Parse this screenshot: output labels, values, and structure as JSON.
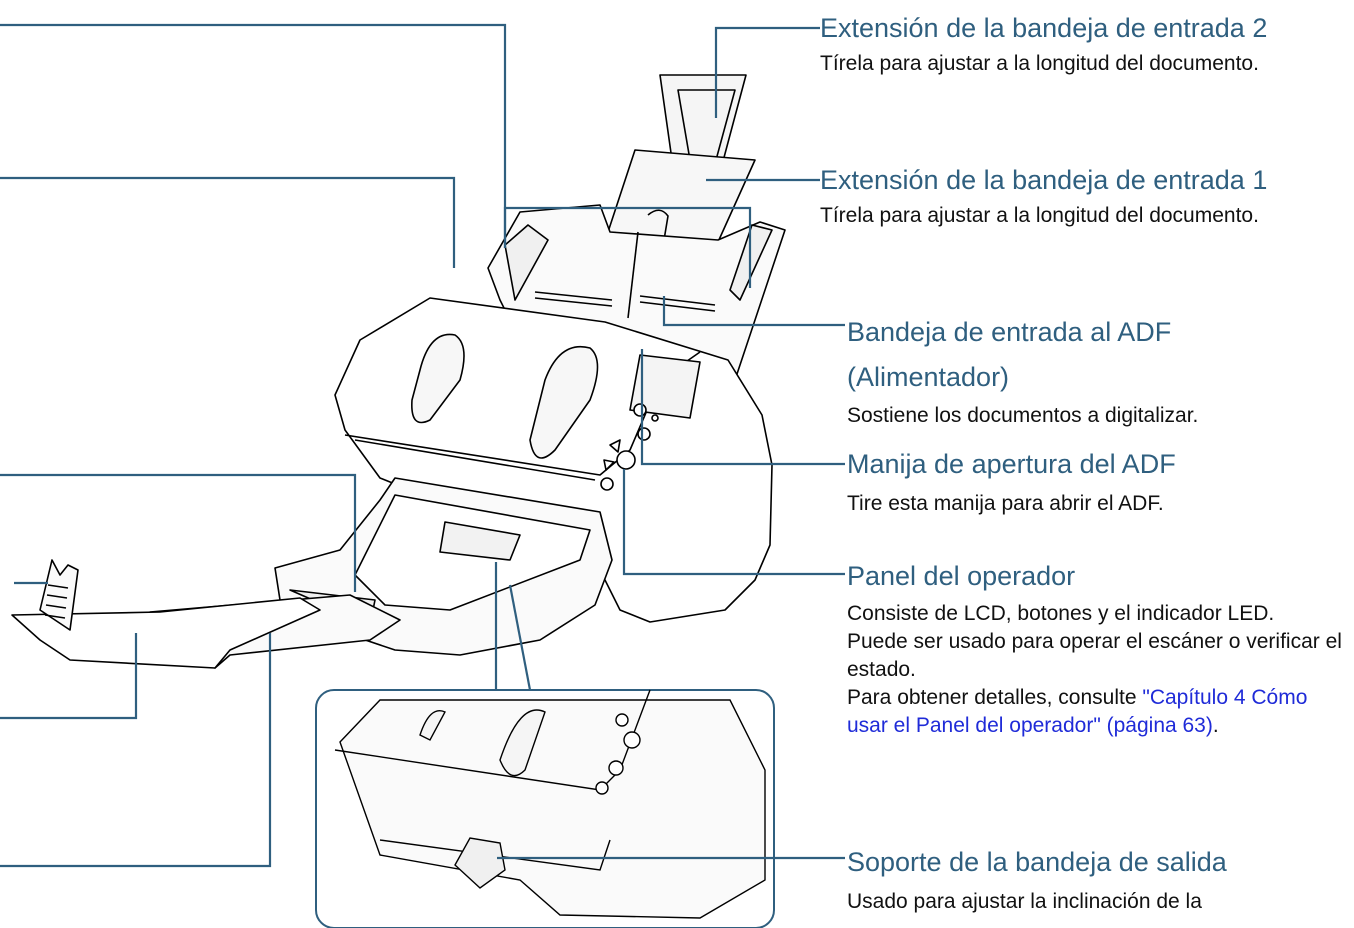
{
  "colors": {
    "leader": "#2f5f7f",
    "heading": "#2f5f7f",
    "body": "#111111",
    "link": "#1f2bd8"
  },
  "callouts": {
    "ext2": {
      "title": "Extensión de la bandeja de entrada 2",
      "desc": "Tírela para ajustar a la longitud del documento."
    },
    "ext1": {
      "title": "Extensión de la bandeja de entrada 1",
      "desc": "Tírela para ajustar a la longitud del documento."
    },
    "adf_tray": {
      "title_line1": "Bandeja de entrada al ADF",
      "title_line2": "(Alimentador)",
      "desc": "Sostiene los documentos a digitalizar."
    },
    "adf_handle": {
      "title": "Manija de apertura del ADF",
      "desc": "Tire esta manija para abrir el ADF."
    },
    "op_panel": {
      "title": "Panel del operador",
      "desc1": "Consiste de LCD, botones y el indicador LED.",
      "desc2": "Puede ser usado para operar el escáner o verificar el estado.",
      "desc3_prefix": "Para obtener detalles, consulte ",
      "desc3_link": "\"Capítulo 4 Cómo usar el Panel del operador\" (página 63)",
      "desc3_suffix": "."
    },
    "stacker_support": {
      "title": "Soporte de la bandeja de salida",
      "desc": "Usado para ajustar la inclinación de la"
    }
  }
}
